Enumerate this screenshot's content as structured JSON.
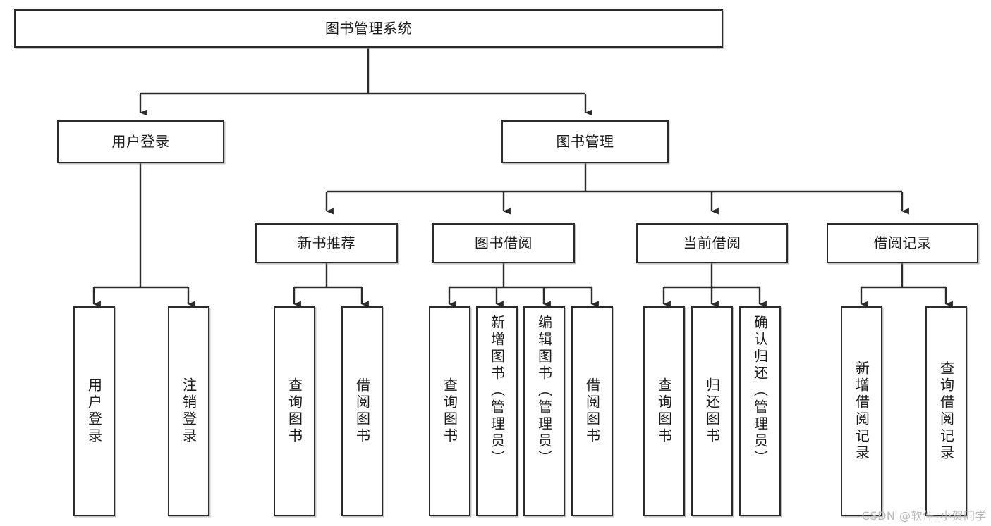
{
  "diagram": {
    "title": "图书管理系统",
    "type": "tree",
    "watermark": "CSDN @软件_小贺同学",
    "colors": {
      "box_border": "#2b2b2b",
      "box_fill": "#ffffff",
      "edge": "#2b2b2b",
      "text": "#1b1b1b",
      "watermark": "#b9b9b9"
    },
    "root": {
      "label": "图书管理系统"
    },
    "level2": [
      {
        "label": "用户登录"
      },
      {
        "label": "图书管理"
      }
    ],
    "level3": [
      {
        "label": "新书推荐"
      },
      {
        "label": "图书借阅"
      },
      {
        "label": "当前借阅"
      },
      {
        "label": "借阅记录"
      }
    ],
    "leaves": {
      "user_login": [
        {
          "label": "用户登录"
        },
        {
          "label": "注销登录"
        }
      ],
      "new_book": [
        {
          "label": "查询图书"
        },
        {
          "label": "借阅图书"
        }
      ],
      "book_borrow": [
        {
          "label": "查询图书"
        },
        {
          "label": "新增图书（管理员）"
        },
        {
          "label": "编辑图书（管理员）"
        },
        {
          "label": "借阅图书"
        }
      ],
      "current_borrow": [
        {
          "label": "查询图书"
        },
        {
          "label": "归还图书"
        },
        {
          "label": "确认归还（管理员）"
        }
      ],
      "borrow_record": [
        {
          "label": "新增借阅记录"
        },
        {
          "label": "查询借阅记录"
        }
      ]
    }
  }
}
